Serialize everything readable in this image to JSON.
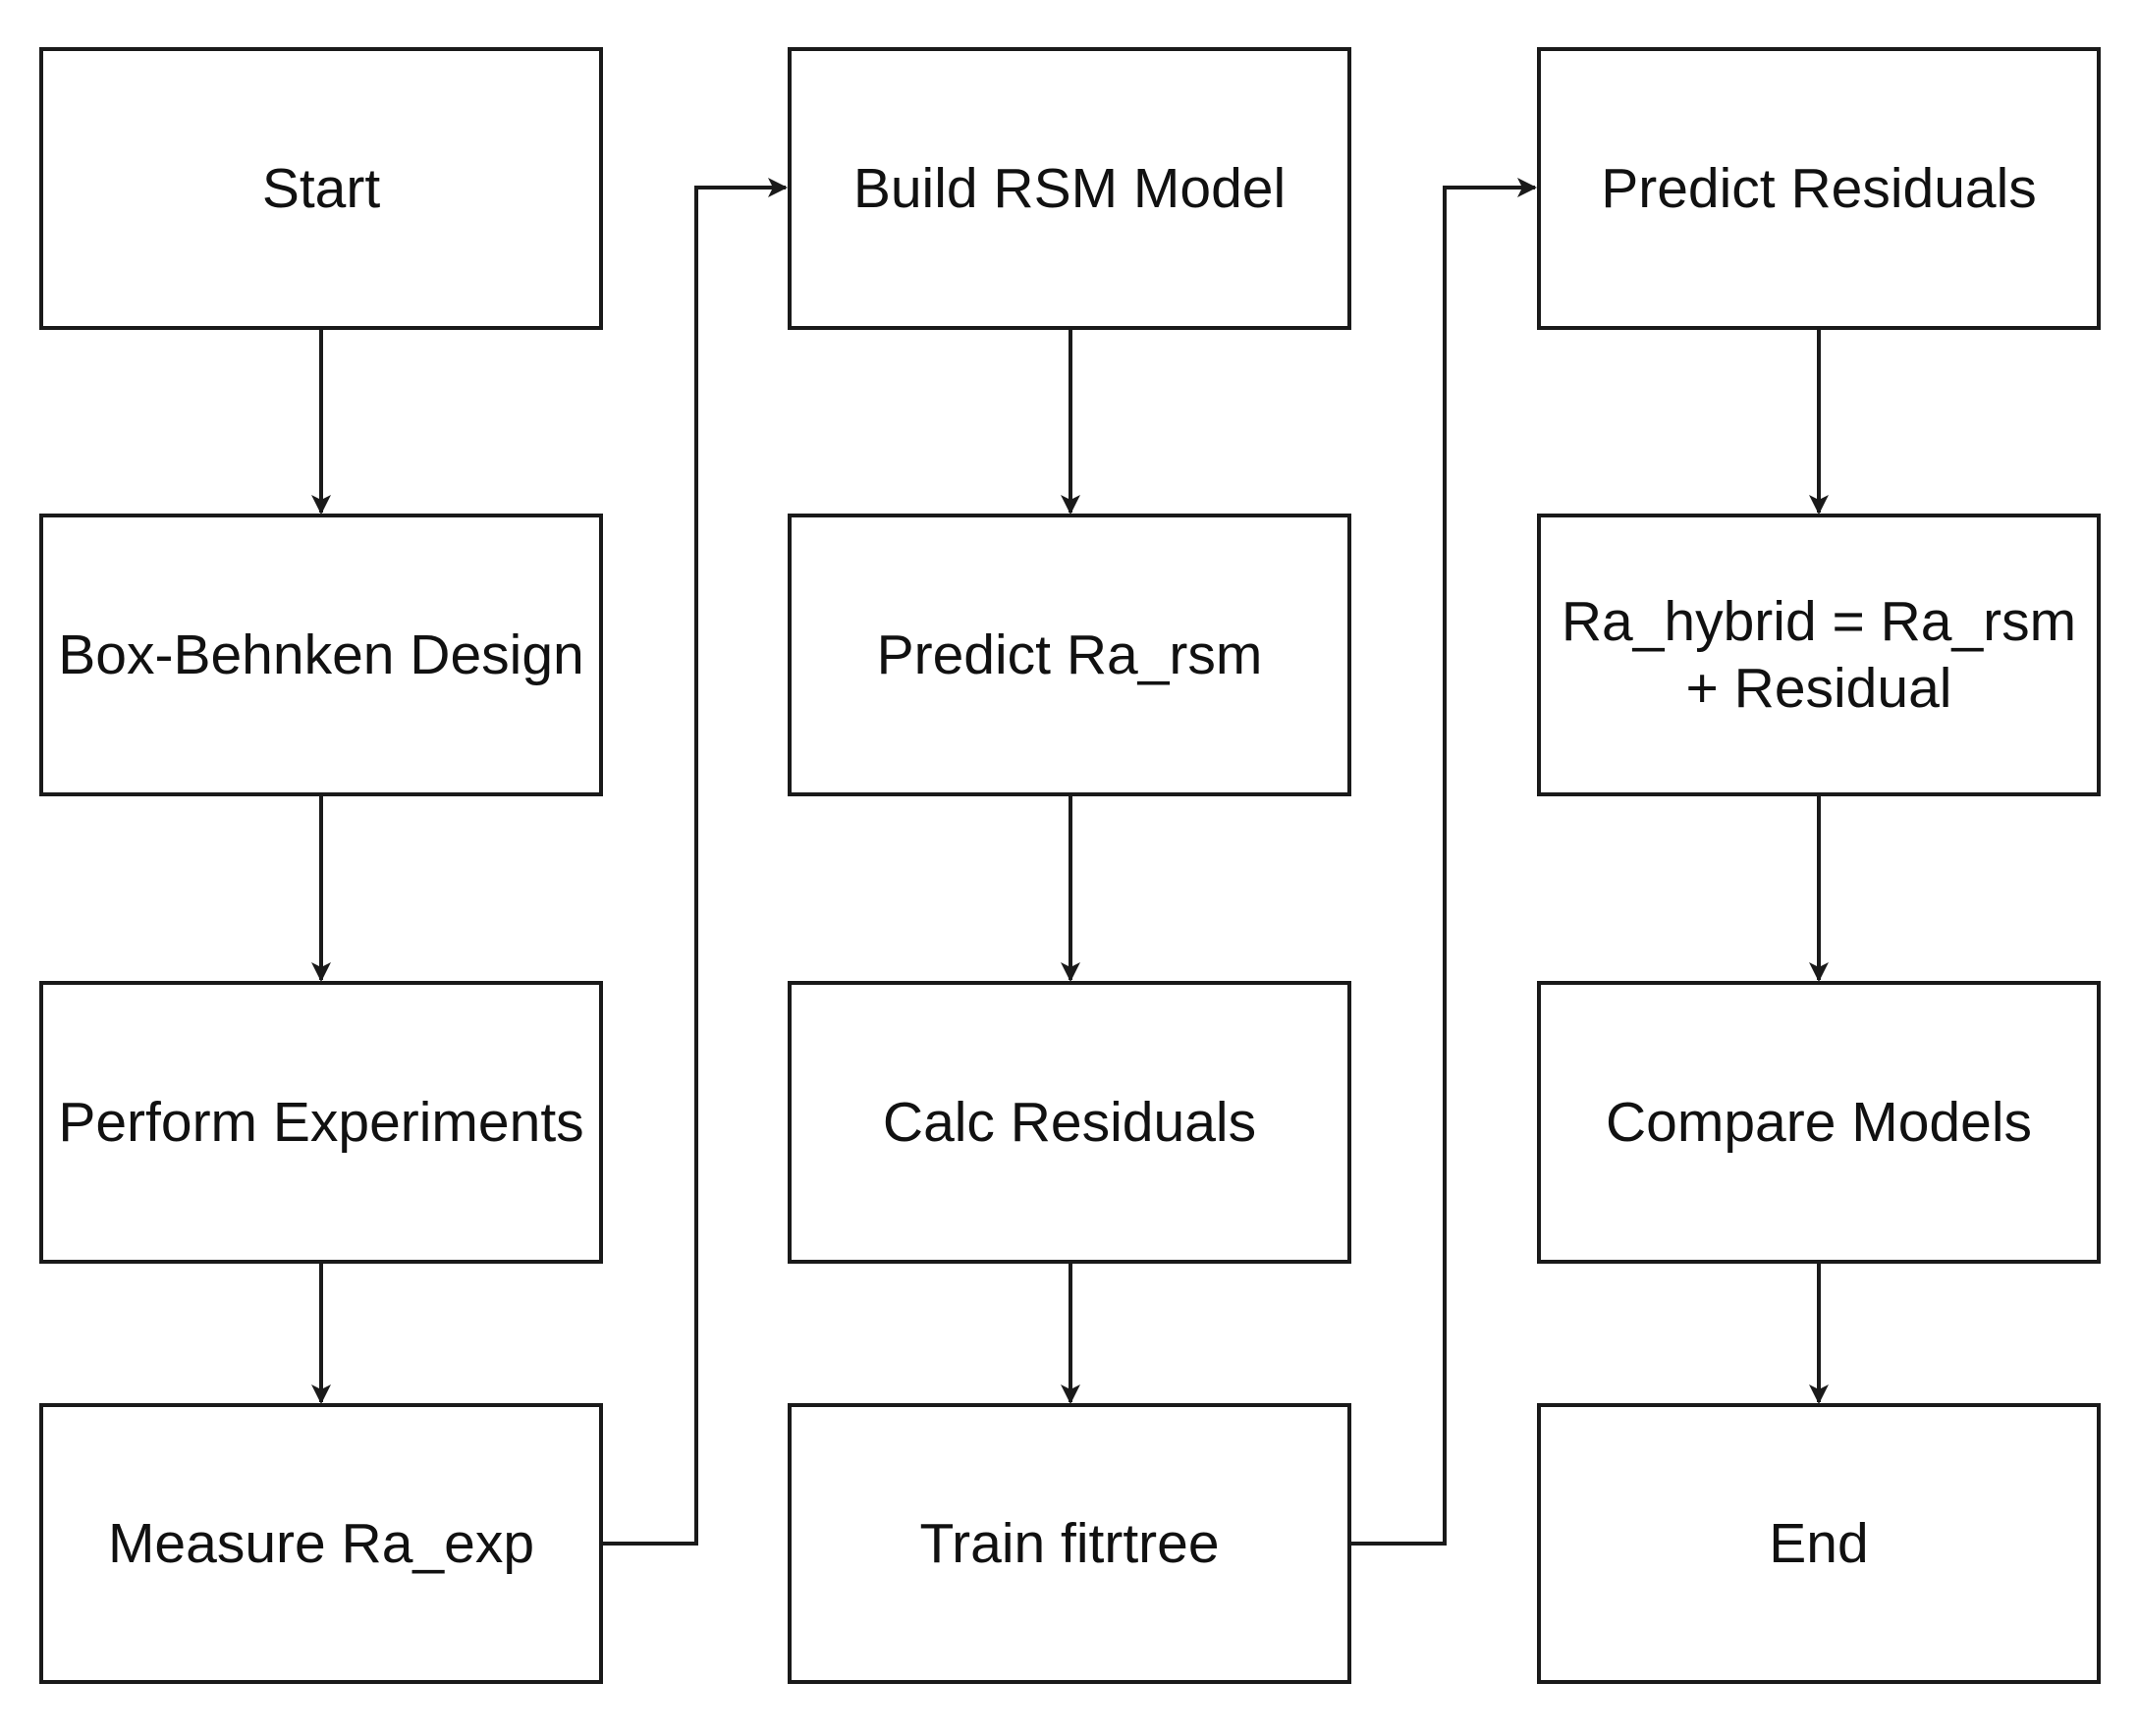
{
  "colors": {
    "stroke": "#1a1a1a",
    "text": "#111111",
    "background": "#ffffff"
  },
  "columns": [
    {
      "steps": [
        {
          "label": "Start"
        },
        {
          "label": "Box-Behnken Design"
        },
        {
          "label": "Perform Experiments"
        },
        {
          "label": "Measure Ra_exp"
        }
      ]
    },
    {
      "steps": [
        {
          "label": "Build RSM Model"
        },
        {
          "label": "Predict Ra_rsm"
        },
        {
          "label": "Calc Residuals"
        },
        {
          "label": "Train fitrtree"
        }
      ]
    },
    {
      "steps": [
        {
          "label": "Predict Residuals"
        },
        {
          "label": "Ra_hybrid = Ra_rsm",
          "label_line2": "+ Residual"
        },
        {
          "label": "Compare Models"
        },
        {
          "label": "End"
        }
      ]
    }
  ]
}
